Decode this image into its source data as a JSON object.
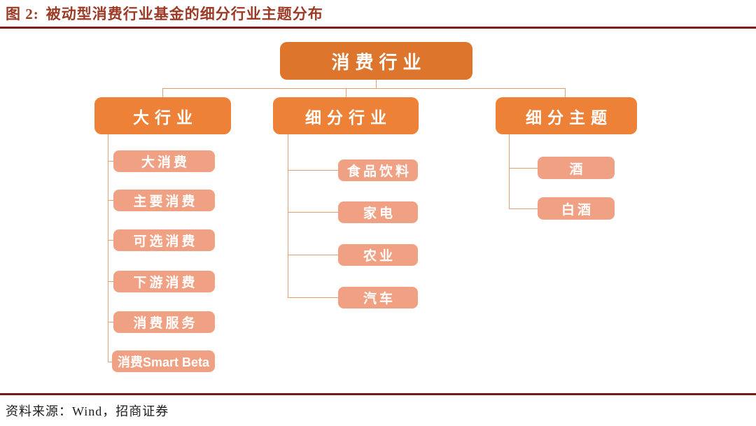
{
  "figure": {
    "label": "图 2:",
    "title": "被动型消费行业基金的细分行业主题分布",
    "source_prefix": "资料来源：",
    "source_value": "Wind，招商证券"
  },
  "chart": {
    "type": "tree",
    "root": "消费行业",
    "columns": [
      {
        "header": "大行业",
        "items": [
          "大消费",
          "主要消费",
          "可选消费",
          "下游消费",
          "消费服务",
          "消费Smart Beta"
        ]
      },
      {
        "header": "细分行业",
        "items": [
          "食品饮料",
          "家电",
          "农业",
          "汽车"
        ]
      },
      {
        "header": "细分主题",
        "items": [
          "酒",
          "白酒"
        ]
      }
    ]
  },
  "colors": {
    "title_text": "#9C3A25",
    "rule": "#7C1B16",
    "root_box": "#DE752D",
    "header_box": "#EE8138",
    "child_box": "#F0A183",
    "connector": "#E5A075",
    "box_text": "#FFFFFF"
  }
}
